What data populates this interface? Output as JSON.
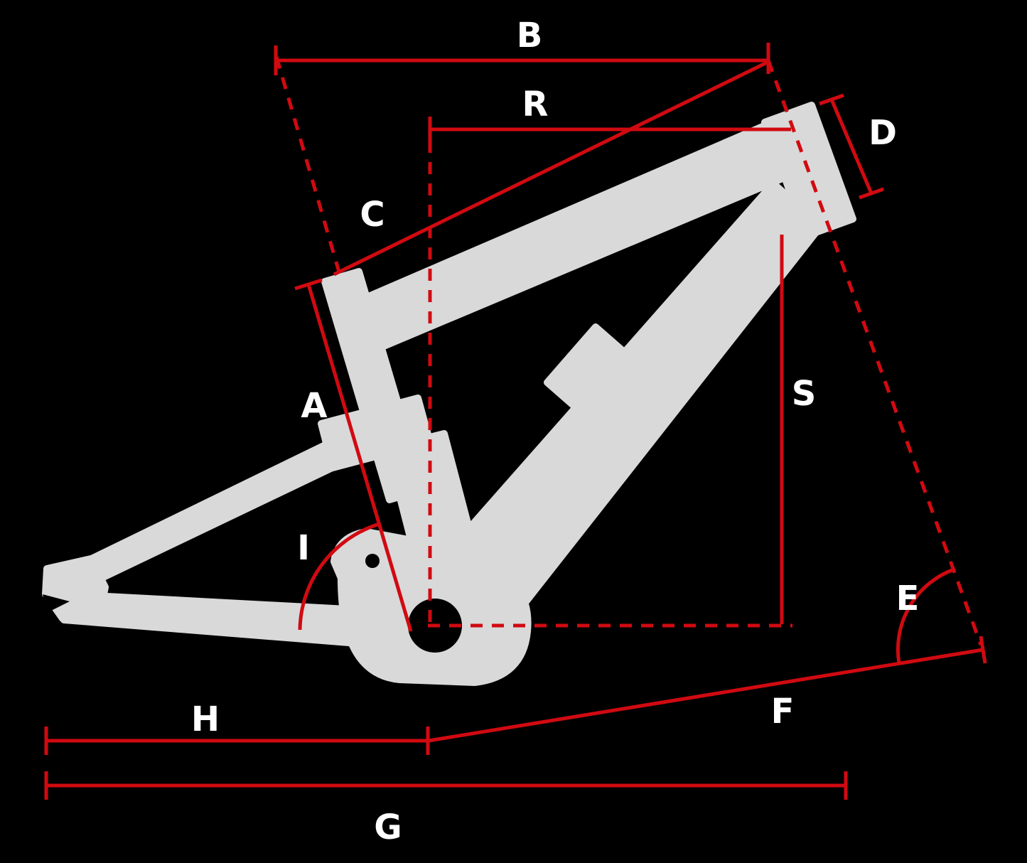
{
  "diagram": {
    "kind": "bike-frame-geometry-diagram",
    "colors": {
      "background": "#000000",
      "frame": "#d9d9d9",
      "dimension": "#d10a11",
      "label": "#ffffff"
    },
    "labels": {
      "A": "A",
      "B": "B",
      "C": "C",
      "D": "D",
      "E": "E",
      "F": "F",
      "G": "G",
      "H": "H",
      "I": "I",
      "R": "R",
      "S": "S"
    }
  }
}
